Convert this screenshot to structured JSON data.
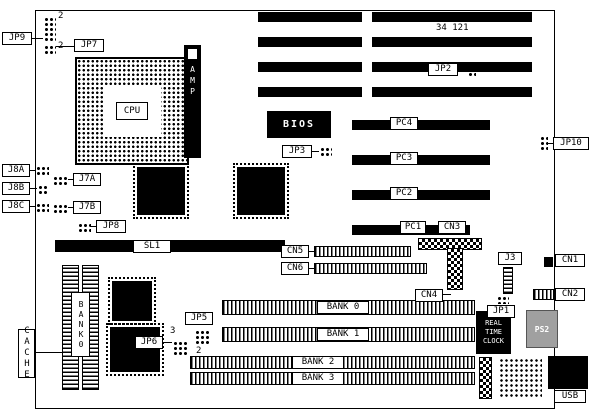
{
  "part_number": "34 121",
  "labels": {
    "jp9": "JP9",
    "jp7": "JP7",
    "jp2": "JP2",
    "jp3": "JP3",
    "jp5": "JP5",
    "jp6": "JP6",
    "jp8": "JP8",
    "jp10": "JP10",
    "jp1": "JP1",
    "j8a": "J8A",
    "j8b": "J8B",
    "j8c": "J8C",
    "j7a": "J7A",
    "j7b": "J7B",
    "j3": "J3",
    "cpu": "CPU",
    "amp": "AMP",
    "bios": "BIOS",
    "sl1": "SL1",
    "pc1": "PC1",
    "pc2": "PC2",
    "pc3": "PC3",
    "pc4": "PC4",
    "cn1": "CN1",
    "cn2": "CN2",
    "cn3": "CN3",
    "cn4": "CN4",
    "cn5": "CN5",
    "cn6": "CN6",
    "cache": "CACHE",
    "cache_bank": "BANK0",
    "bank0": "BANK 0",
    "bank1": "BANK 1",
    "bank2": "BANK 2",
    "bank3": "BANK 3",
    "rtc1": "REAL",
    "rtc2": "TIME",
    "rtc3": "CLOCK",
    "ps2": "PS2",
    "usb": "USB"
  },
  "pin_markers": {
    "jp9_pin": "2",
    "jp7_pin": "2",
    "jp5_pin": "2",
    "jp6_pin": "3"
  }
}
